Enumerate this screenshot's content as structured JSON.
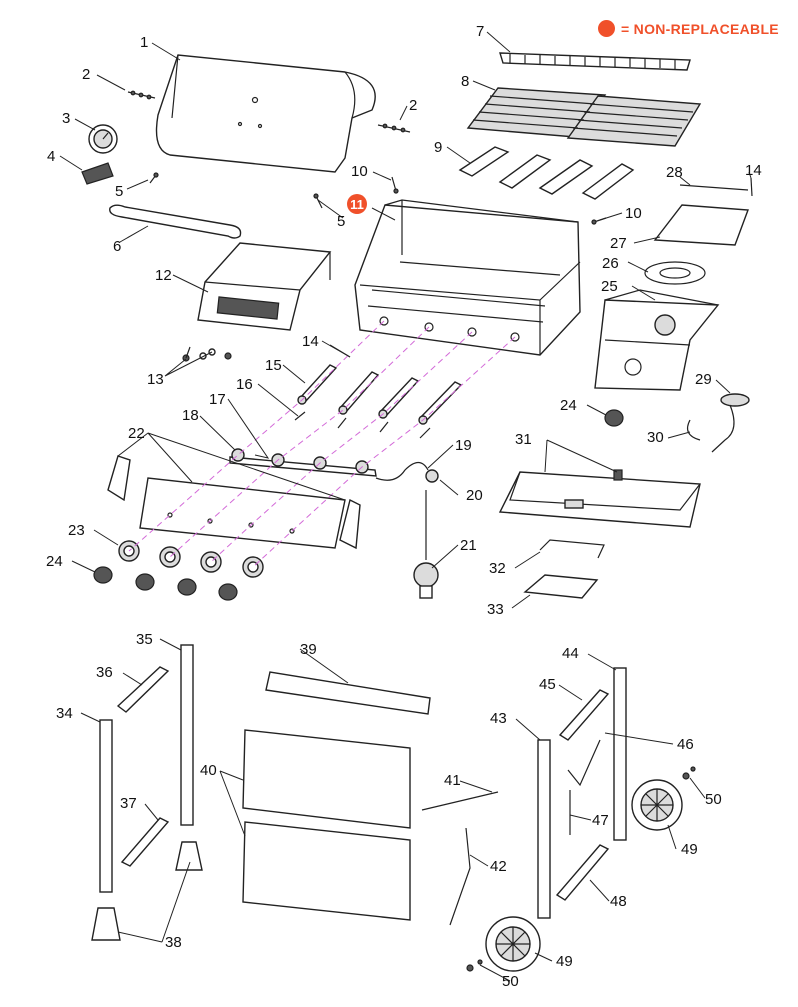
{
  "legend": {
    "text": "= NON-REPLACEABLE",
    "color": "#f0502a"
  },
  "labels": {
    "l1": "1",
    "l2a": "2",
    "l2b": "2",
    "l3": "3",
    "l4": "4",
    "l5a": "5",
    "l5b": "5",
    "l6": "6",
    "l7": "7",
    "l8": "8",
    "l9": "9",
    "l10a": "10",
    "l10b": "10",
    "l11": "11",
    "l12": "12",
    "l13": "13",
    "l14a": "14",
    "l14b": "14",
    "l15": "15",
    "l16": "16",
    "l17": "17",
    "l18": "18",
    "l19": "19",
    "l20": "20",
    "l21": "21",
    "l22": "22",
    "l23": "23",
    "l24a": "24",
    "l24b": "24",
    "l25": "25",
    "l26": "26",
    "l27": "27",
    "l28": "28",
    "l29": "29",
    "l30": "30",
    "l31": "31",
    "l32": "32",
    "l33": "33",
    "l34": "34",
    "l35": "35",
    "l36": "36",
    "l37": "37",
    "l38": "38",
    "l39": "39",
    "l40": "40",
    "l41": "41",
    "l42": "42",
    "l43": "43",
    "l44": "44",
    "l45": "45",
    "l46": "46",
    "l47": "47",
    "l48": "48",
    "l49a": "49",
    "l49b": "49",
    "l50a": "50",
    "l50b": "50"
  },
  "non_replaceable_parts": [
    "11"
  ]
}
